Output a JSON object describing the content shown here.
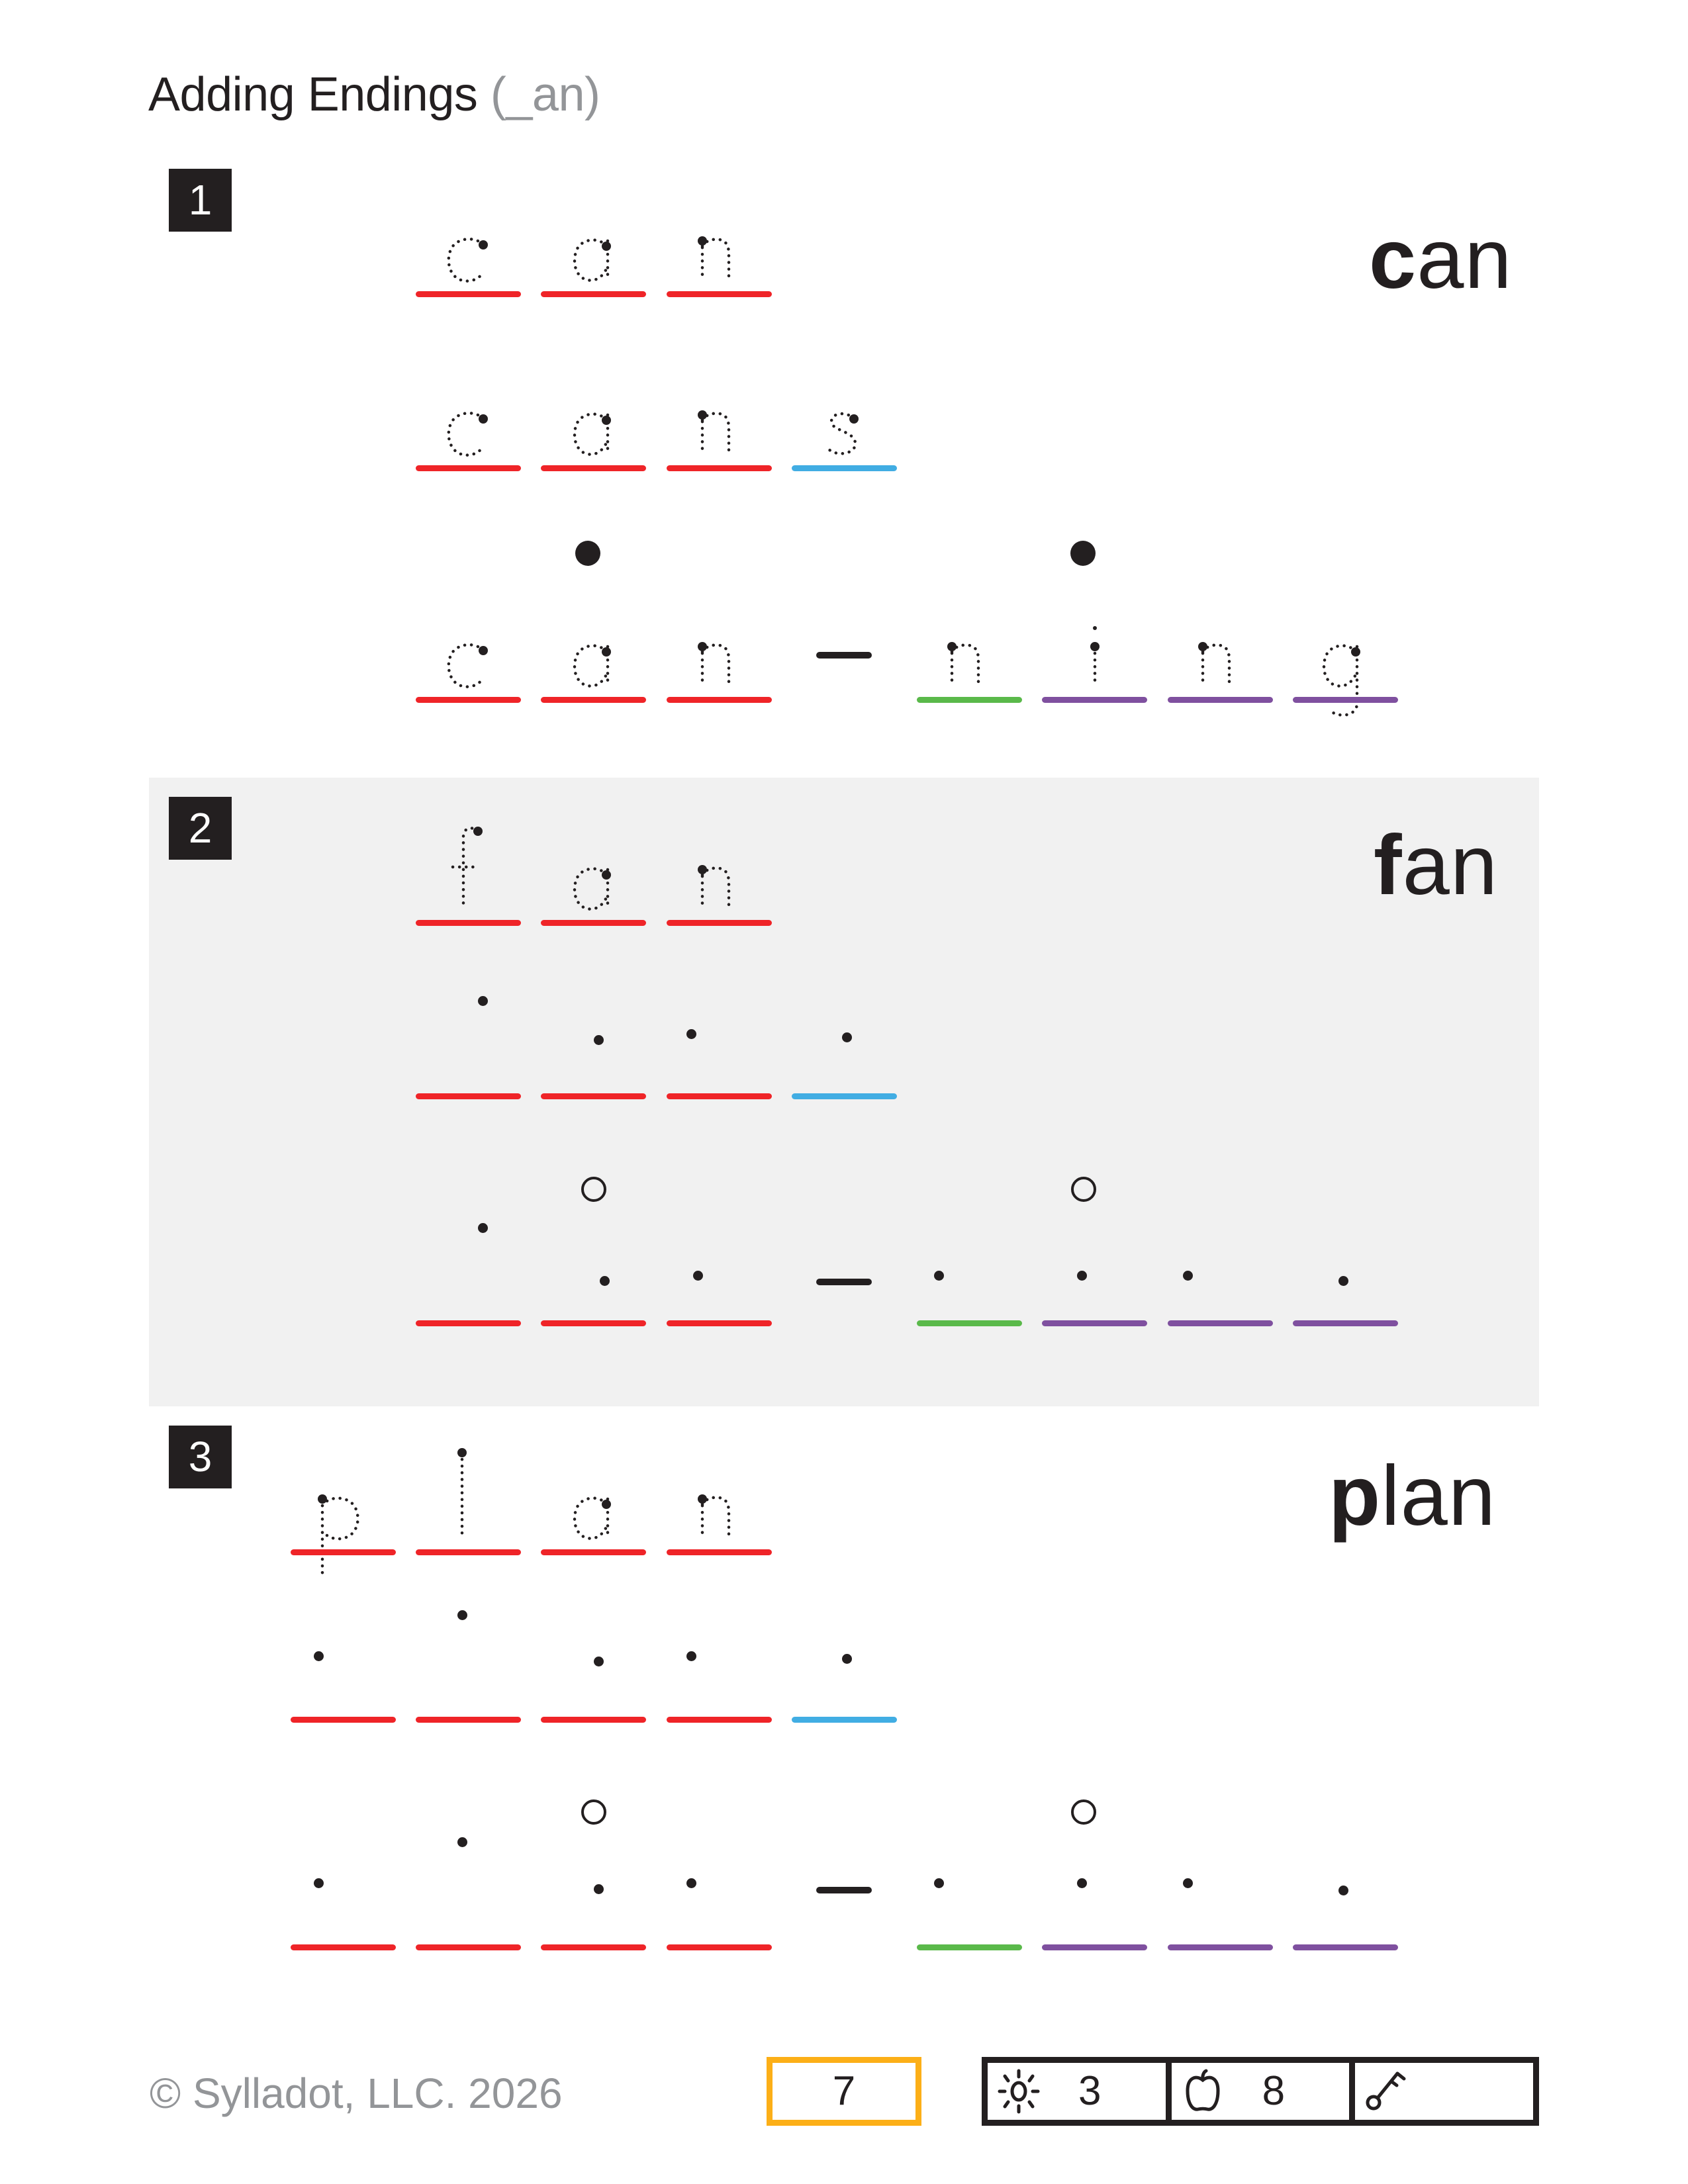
{
  "header": {
    "title": "Adding Endings",
    "subtitle": "(_an)"
  },
  "colors": {
    "onset": "#ef2428",
    "ending_s": "#41ade3",
    "double_consonant": "#5ab94a",
    "ending_ing": "#7f509f",
    "panel_bg": "#f1f1f1",
    "page_box_border": "#fcaf17",
    "copyright_text": "#939598"
  },
  "sections": [
    {
      "number": "1",
      "word": "can",
      "word_bold_prefix": "c",
      "word_rest": "an",
      "rows": [
        {
          "type": "trace",
          "letters": [
            "c",
            "a",
            "n"
          ]
        },
        {
          "type": "trace",
          "letters": [
            "c",
            "a",
            "n",
            "s"
          ]
        },
        {
          "type": "trace",
          "letters": [
            "c",
            "a",
            "n",
            "-",
            "n",
            "i",
            "n",
            "g"
          ],
          "syllable_marks": [
            "filled-dot-over-a",
            "filled-dot-over-i"
          ]
        }
      ]
    },
    {
      "number": "2",
      "word": "fan",
      "word_bold_prefix": "f",
      "word_rest": "an",
      "rows": [
        {
          "type": "trace",
          "letters": [
            "f",
            "a",
            "n"
          ]
        },
        {
          "type": "blank",
          "slots": 4
        },
        {
          "type": "blank",
          "slots": 8,
          "syllable_marks": [
            "open-circle-over-a",
            "open-circle-over-i"
          ]
        }
      ]
    },
    {
      "number": "3",
      "word": "plan",
      "word_bold_prefix": "p",
      "word_rest": "lan",
      "rows": [
        {
          "type": "trace",
          "letters": [
            "p",
            "l",
            "a",
            "n"
          ]
        },
        {
          "type": "blank",
          "slots": 5
        },
        {
          "type": "blank",
          "slots": 9,
          "syllable_marks": [
            "open-circle-over-a",
            "open-circle-over-i"
          ]
        }
      ]
    }
  ],
  "footer": {
    "copyright": "© Sylladot, LLC.  2026",
    "page_number": "7",
    "scores": [
      {
        "icon": "sun-icon",
        "value": "3"
      },
      {
        "icon": "apple-icon",
        "value": "8"
      },
      {
        "icon": "key-icon",
        "value": ""
      }
    ]
  }
}
